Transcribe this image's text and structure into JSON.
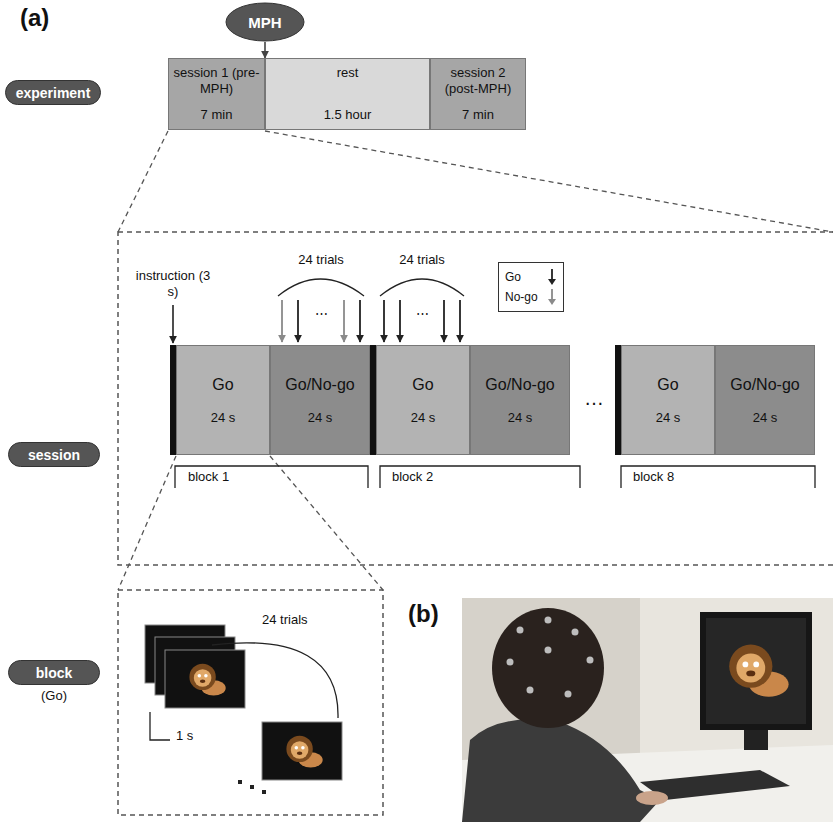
{
  "diagram": {
    "nodes": [
      {
        "text": [
          "MPH"
        ]
      },
      {
        "text": [
          "experiment"
        ]
      },
      {
        "text": [
          "session 1 (pre-MPH)",
          "7 min"
        ]
      },
      {
        "text": [
          "rest",
          "1.5 hour"
        ]
      },
      {
        "text": [
          "session 2 (post-MPH)",
          "7 min"
        ]
      },
      {
        "text": [
          "session"
        ]
      },
      {
        "text": [
          "Go",
          "24 s"
        ]
      },
      {
        "text": [
          "Go/No-go",
          "24 s"
        ]
      },
      {
        "text": [
          "Go",
          "24 s"
        ]
      },
      {
        "text": [
          "Go/No-go",
          "24 s"
        ]
      },
      {
        "text": [
          "Go",
          "24 s"
        ]
      },
      {
        "text": [
          "Go/No-go",
          "24 s"
        ]
      },
      {
        "text": [
          "block",
          "(Go)"
        ]
      }
    ],
    "edges": [
      {
        "from": 0,
        "to": 2,
        "arrow": "to"
      }
    ],
    "labels": [
      "(a)",
      "instruction (3 s)",
      "24 trials",
      "⋯",
      "24 trials",
      "⋯",
      "…",
      "block 1",
      "block 2",
      "block 8",
      "24 trials",
      "1 s",
      "(b)"
    ],
    "legend": [
      {
        "text": "Go"
      },
      {
        "text": "No-go"
      }
    ]
  }
}
